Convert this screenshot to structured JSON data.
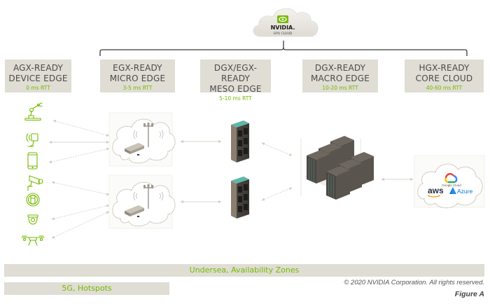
{
  "header_cloud": {
    "brand": "NVIDIA.",
    "subtitle": "GPU CLOUD",
    "icon": "nvidia-eye-logo"
  },
  "tiers": [
    {
      "name_line1": "AGX-READY",
      "name_line2": "DEVICE EDGE",
      "rtt": "0 ms RTT"
    },
    {
      "name_line1": "EGX-READY",
      "name_line2": "MICRO EDGE",
      "rtt": "3-5 ms RTT"
    },
    {
      "name_line1": "DGX/EGX-READY",
      "name_line2": "MESO EDGE",
      "rtt": "5-10 ms RTT"
    },
    {
      "name_line1": "DGX-READY",
      "name_line2": "MACRO EDGE",
      "rtt": "10-20 ms RTT"
    },
    {
      "name_line1": "HGX-READY",
      "name_line2": "CORE CLOUD",
      "rtt": "40-60 ms RTT"
    }
  ],
  "devices": [
    {
      "icon": "robot-arm-icon"
    },
    {
      "icon": "smart-speaker-icon"
    },
    {
      "icon": "smartphone-icon"
    },
    {
      "icon": "security-camera-icon"
    },
    {
      "icon": "autonomous-car-icon"
    },
    {
      "icon": "dome-camera-icon"
    },
    {
      "icon": "drone-icon"
    }
  ],
  "micro_edge_clouds": [
    {
      "icon": "cell-tower-icon",
      "device": "edge-gateway-icon"
    },
    {
      "icon": "cell-tower-icon",
      "device": "edge-gateway-icon"
    }
  ],
  "meso_edge_servers": [
    {
      "icon": "server-rack-icon"
    },
    {
      "icon": "server-rack-icon"
    }
  ],
  "macro_edge": {
    "icon": "datacenter-cluster-icon"
  },
  "public_cloud": {
    "providers": [
      "aws",
      "Google Cloud",
      "Azure"
    ]
  },
  "bands": {
    "undersea": "Undersea, Availability Zones",
    "five_g": "5G, Hotspots"
  },
  "colors": {
    "accent_green": "#76b900",
    "box_gray": "#dfddd4",
    "arrow_gray": "#d8d6cc"
  },
  "footer": {
    "copyright": "© 2020 NVIDIA Corporation. All rights reserved.",
    "figure_label": "Figure A"
  }
}
